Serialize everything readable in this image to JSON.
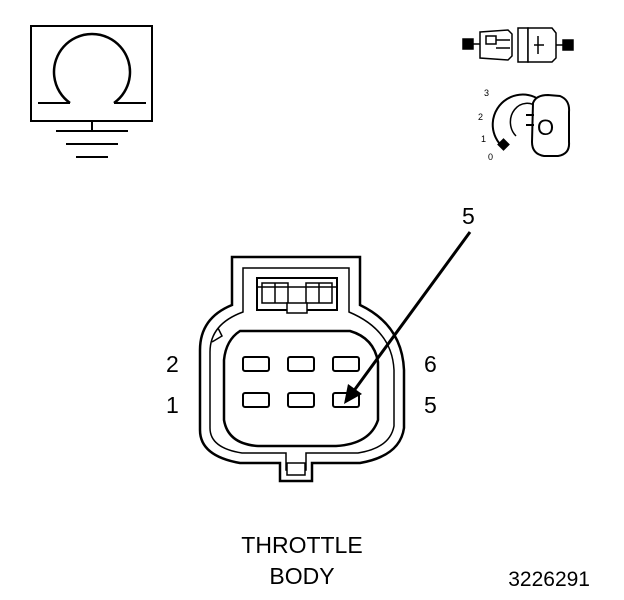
{
  "caption": {
    "line1": "THROTTLE",
    "line2": "BODY"
  },
  "figure_id": "3226291",
  "pin_labels": {
    "left_top": "2",
    "left_bottom": "1",
    "right_top": "6",
    "right_bottom": "5"
  },
  "callout": {
    "label": "5"
  },
  "ignition_key": {
    "positions": [
      "3",
      "2",
      "1",
      "0"
    ],
    "position_letter": "O"
  },
  "icons": [
    "ohmmeter-ground-icon",
    "connector-disconnected-icon",
    "ignition-key-off-icon"
  ]
}
